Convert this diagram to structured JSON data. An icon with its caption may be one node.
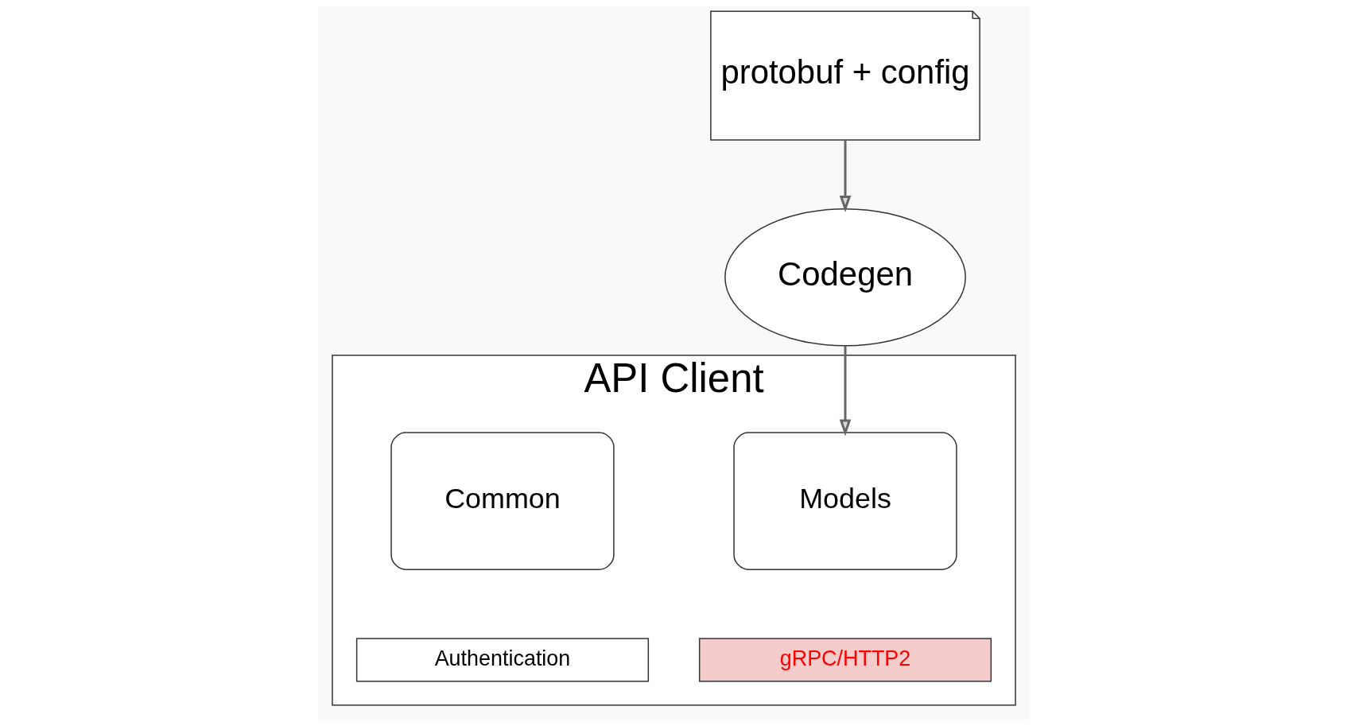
{
  "diagram": {
    "nodes": [
      {
        "text": [
          "protobuf + config"
        ]
      },
      {
        "text": [
          "Codegen"
        ]
      },
      {
        "text": [
          "API Client"
        ]
      },
      {
        "text": [
          "Models"
        ],
        "in": 2
      },
      {
        "text": [
          "Common"
        ],
        "in": 2
      },
      {
        "text": [
          "gRPC/HTTP2"
        ],
        "in": 2
      },
      {
        "text": [
          "Authentication"
        ],
        "in": 2
      }
    ],
    "edges": [
      {
        "from": 0,
        "to": 1,
        "arrow": "to"
      },
      {
        "from": 1,
        "to": 3,
        "arrow": "to"
      }
    ]
  }
}
